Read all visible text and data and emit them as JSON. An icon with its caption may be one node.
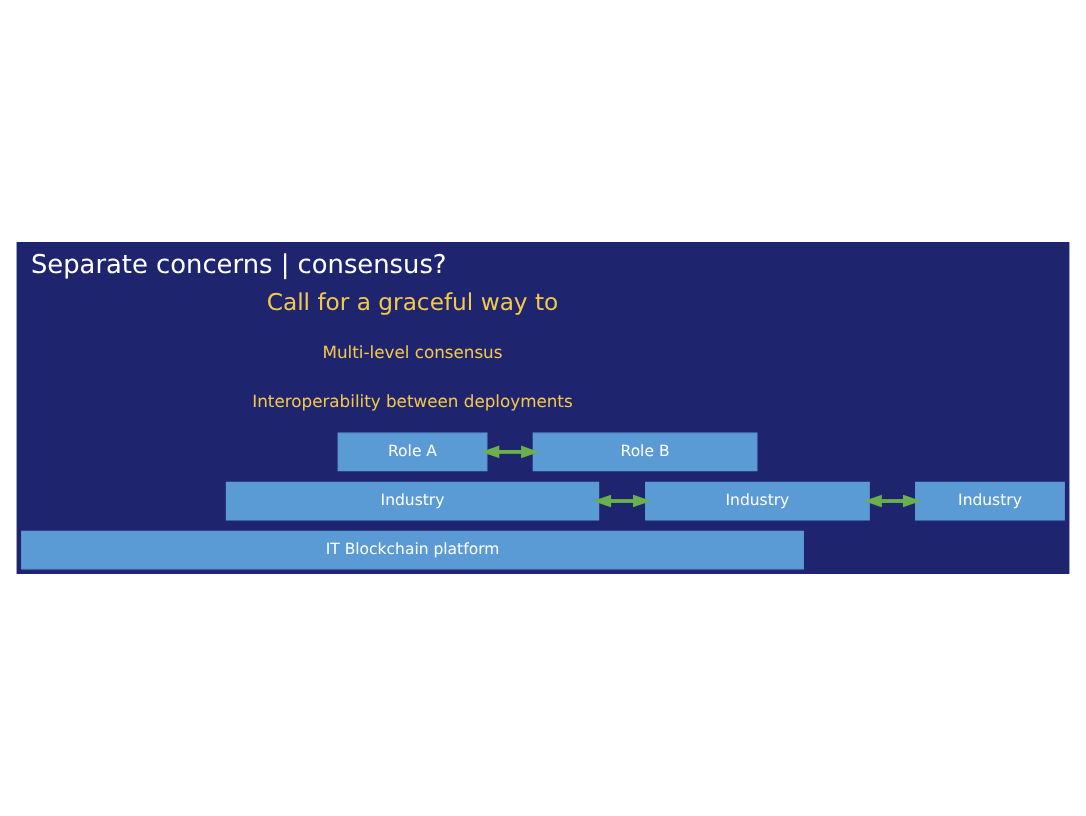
{
  "diagram": {
    "title": "Separate concerns | consensus?",
    "nodes": [
      {
        "text": [
          "Role A"
        ]
      },
      {
        "text": [
          "Role B"
        ]
      },
      {
        "text": [
          "Industry"
        ]
      },
      {
        "text": [
          "Industry"
        ]
      },
      {
        "text": [
          "Industry"
        ]
      },
      {
        "text": [
          "IT Blockchain platform"
        ]
      }
    ],
    "edges": [
      {
        "from": 0,
        "to": 1,
        "arrow": "both"
      },
      {
        "from": 2,
        "to": 3,
        "arrow": "both"
      },
      {
        "from": 3,
        "to": 4,
        "arrow": "both"
      }
    ],
    "labels": [
      "Call for a graceful way to",
      "Multi-level consensus",
      "Interoperability between deployments"
    ]
  }
}
